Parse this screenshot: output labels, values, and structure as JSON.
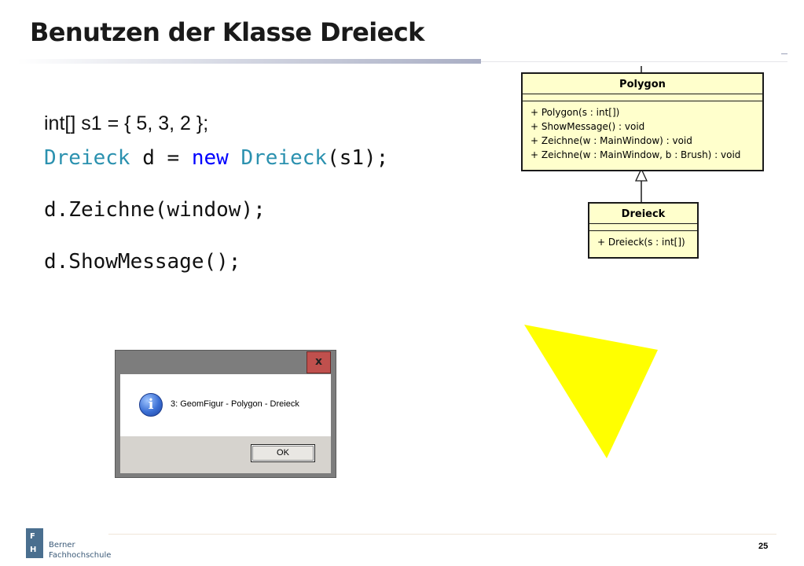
{
  "slide": {
    "title": "Benutzen der Klasse Dreieck",
    "page_number": "25"
  },
  "code": {
    "line1": "int[] s1 = { 5, 3, 2 };",
    "line2": {
      "type1": "Dreieck",
      "mid": " d = ",
      "kw_new": "new",
      "type2": "Dreieck",
      "tail": "(s1);"
    },
    "line3": "d.Zeichne(window);",
    "line4": "d.ShowMessage();",
    "colors": {
      "type": "#2b91af",
      "keyword": "#0000ff"
    }
  },
  "uml": {
    "polygon": {
      "name": "Polygon",
      "operations": [
        "+ Polygon(s : int[])",
        "+ ShowMessage() : void",
        "+ Zeichne(w : MainWindow) : void",
        "+ Zeichne(w : MainWindow, b : Brush) : void"
      ]
    },
    "dreieck": {
      "name": "Dreieck",
      "operations": [
        "+ Dreieck(s : int[])"
      ]
    },
    "fill_color": "#ffffcc"
  },
  "dialog": {
    "close_label": "x",
    "icon": "info-icon",
    "icon_glyph": "i",
    "message": "3: GeomFigur - Polygon - Dreieck",
    "ok_label": "OK"
  },
  "triangle": {
    "fill_color": "#ffff00"
  },
  "logo": {
    "letter_f": "F",
    "letter_h": "H",
    "line1": "Berner",
    "line2": "Fachhochschule"
  }
}
